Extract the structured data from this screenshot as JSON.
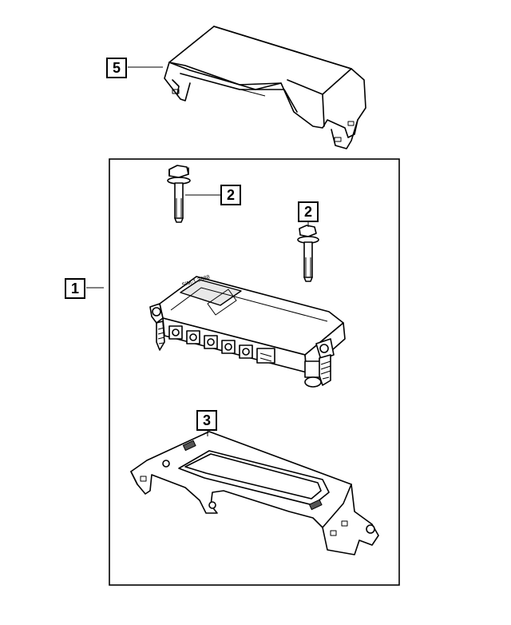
{
  "callouts": {
    "cover": "5",
    "assembly": "1",
    "bolt_left": "2",
    "bolt_right": "2",
    "bracket": "3"
  },
  "module_label": "SIM-1 3888",
  "icons": {
    "cover": "cover-icon",
    "bolt": "bolt-icon",
    "module": "control-module-icon",
    "bracket": "mounting-bracket-icon"
  }
}
